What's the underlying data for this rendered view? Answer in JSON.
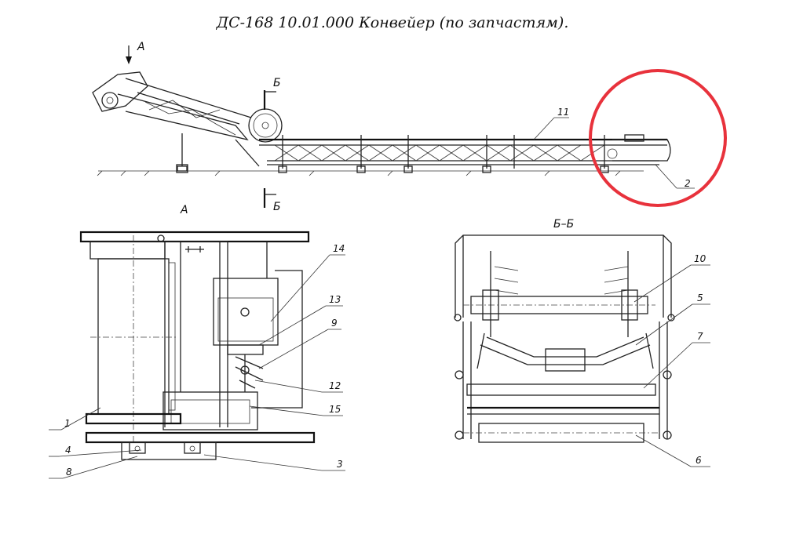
{
  "title": "ДС-168 10.01.000 Конвейер (по запчастям).",
  "views": {
    "top_arrow_label": "А",
    "section_top_label": "Б",
    "section_bottom_label": "Б",
    "view_a_label": "А",
    "view_bb_label": "Б–Б"
  },
  "callouts": {
    "c1": "1",
    "c2": "2",
    "c3": "3",
    "c4": "4",
    "c5": "5",
    "c6": "6",
    "c7": "7",
    "c8": "8",
    "c9": "9",
    "c10": "10",
    "c11": "11",
    "c12": "12",
    "c13": "13",
    "c14": "14",
    "c15": "15"
  },
  "highlight": {
    "color": "#e8323c",
    "shape": "circle"
  }
}
